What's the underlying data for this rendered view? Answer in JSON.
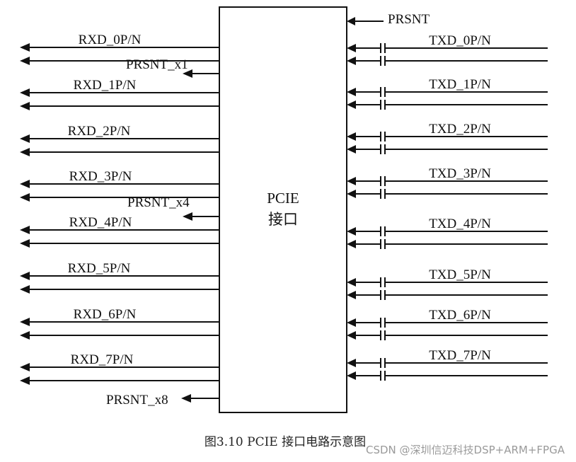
{
  "block": {
    "line1": "PCIE",
    "line2": "接口"
  },
  "presence": {
    "label": "PRSNT"
  },
  "rx_pairs": [
    {
      "label": "RXD_0P/N"
    },
    {
      "label": "RXD_1P/N"
    },
    {
      "label": "RXD_2P/N"
    },
    {
      "label": "RXD_3P/N"
    },
    {
      "label": "RXD_4P/N"
    },
    {
      "label": "RXD_5P/N"
    },
    {
      "label": "RXD_6P/N"
    },
    {
      "label": "RXD_7P/N"
    }
  ],
  "tx_pairs": [
    {
      "label": "TXD_0P/N"
    },
    {
      "label": "TXD_1P/N"
    },
    {
      "label": "TXD_2P/N"
    },
    {
      "label": "TXD_3P/N"
    },
    {
      "label": "TXD_4P/N"
    },
    {
      "label": "TXD_5P/N"
    },
    {
      "label": "TXD_6P/N"
    },
    {
      "label": "TXD_7P/N"
    }
  ],
  "prsnt_outputs": [
    {
      "label": "PRSNT_x1"
    },
    {
      "label": "PRSNT_x4"
    },
    {
      "label": "PRSNT_x8"
    }
  ],
  "caption": "图3.10  PCIE 接口电路示意图",
  "watermark": "CSDN @深圳信迈科技DSP+ARM+FPGA"
}
